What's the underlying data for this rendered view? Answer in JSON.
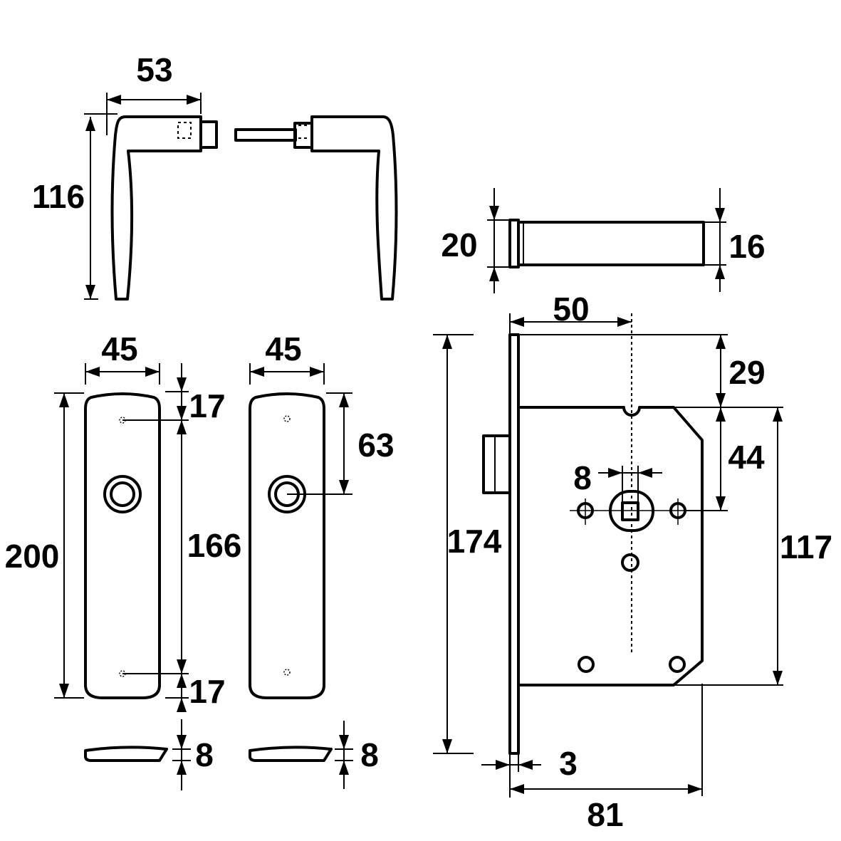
{
  "drawing": {
    "line_color": "#000000",
    "background": "#ffffff",
    "dimensions": {
      "handle_width": "53",
      "handle_height": "116",
      "spindle_head": "20",
      "spindle_bar": "16",
      "plate_left_width": "45",
      "plate_right_width": "45",
      "plate_height": "200",
      "screw_top_offset": "17",
      "screw_spacing": "166",
      "screw_bottom_offset": "17",
      "keyhole_offset": "63",
      "plate_left_thickness": "8",
      "plate_right_thickness": "8",
      "lock_faceplate_height": "174",
      "lock_backset": "50",
      "lock_top_offset": "29",
      "lock_spindle_offset": "44",
      "lock_body_height": "117",
      "lock_spindle_size": "8",
      "lock_faceplate_thickness": "3",
      "lock_depth": "81"
    }
  }
}
